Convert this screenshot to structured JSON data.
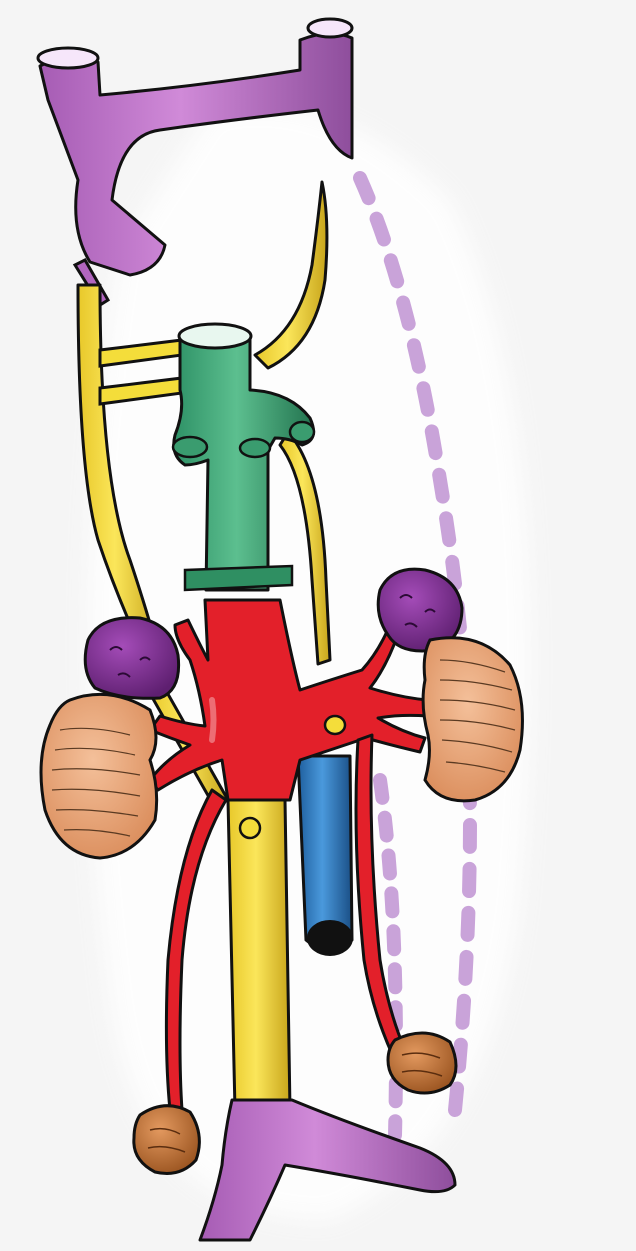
{
  "figure": {
    "colors": {
      "background": "#f5f5f5",
      "glow": "#ffffff",
      "outline": "#111111",
      "purple_vessel": "#c276cc",
      "purple_vessel_dark": "#8e4e9c",
      "yellow_vessel": "#f4dd3a",
      "yellow_vessel_dark": "#c8a51b",
      "green_vessel": "#3fa879",
      "green_vessel_dark": "#23734f",
      "red_vessel": "#e3202a",
      "red_vessel_dark": "#9d0d16",
      "blue_vessel": "#2f7fc4",
      "blue_vessel_dark": "#1a4f86",
      "dashed_path": "#c9a3d9",
      "adrenal": "#7b2f8f",
      "kidney": "#e9a072",
      "gonad": "#c87940"
    },
    "structures": [
      "top-purple-vessel",
      "left-yellow-vessel",
      "right-yellow-vessel",
      "green-vessel",
      "red-vessel-trunk",
      "lower-yellow-vessel",
      "blue-vessel",
      "bottom-purple-vessel",
      "left-adrenal",
      "right-adrenal",
      "left-kidney",
      "right-kidney",
      "left-gonad",
      "right-gonad",
      "dashed-purple-path"
    ]
  }
}
